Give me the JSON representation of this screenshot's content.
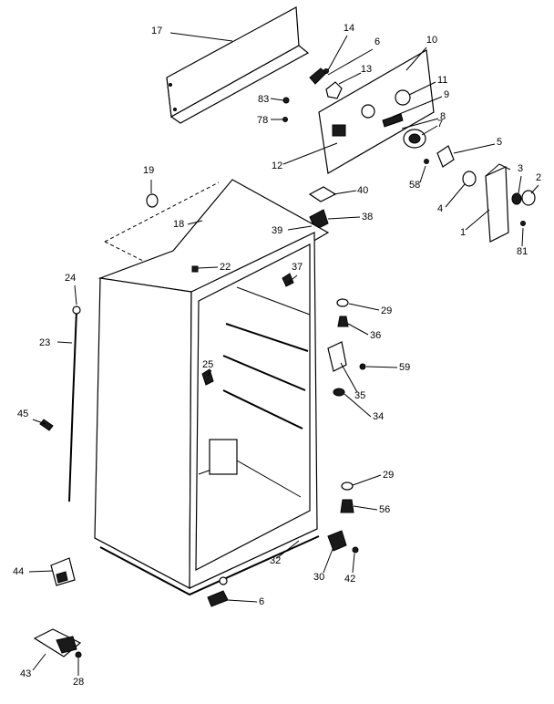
{
  "diagram": {
    "callouts": [
      "17",
      "14",
      "6",
      "13",
      "10",
      "11",
      "83",
      "78",
      "9",
      "8",
      "7",
      "12",
      "5",
      "58",
      "3",
      "2",
      "4",
      "1",
      "81",
      "19",
      "40",
      "18",
      "38",
      "39",
      "22",
      "24",
      "37",
      "29",
      "36",
      "23",
      "59",
      "25",
      "35",
      "45",
      "34",
      "29",
      "56",
      "32",
      "30",
      "42",
      "6",
      "44",
      "43",
      "28"
    ]
  }
}
